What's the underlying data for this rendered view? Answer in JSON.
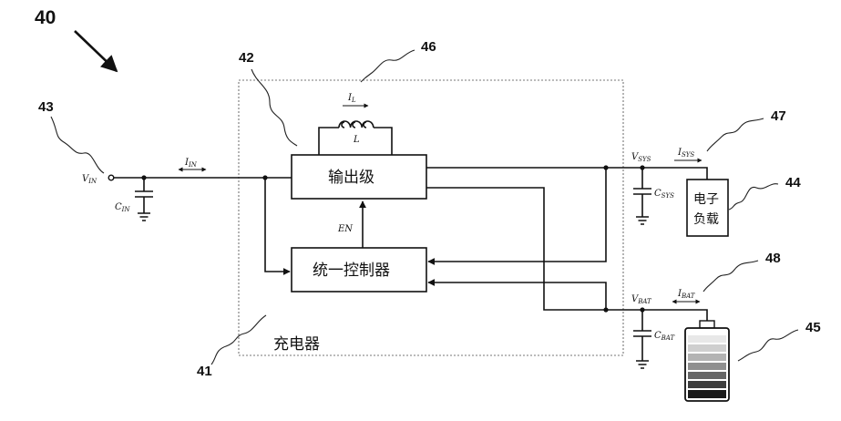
{
  "figure": {
    "number": "40",
    "refs": {
      "r41": "41",
      "r42": "42",
      "r43": "43",
      "r44": "44",
      "r45": "45",
      "r46": "46",
      "r47": "47",
      "r48": "48"
    },
    "charger_label": "充电器",
    "output_stage_label": "输出级",
    "controller_label": "统一控制器",
    "load_label_line1": "电子",
    "load_label_line2": "负载",
    "signals": {
      "vin_main": "V",
      "vin_sub": "IN",
      "iin_main": "I",
      "iin_sub": "IN",
      "cin_main": "C",
      "cin_sub": "IN",
      "il_main": "I",
      "il_sub": "L",
      "l_main": "L",
      "en": "EN",
      "vsys_main": "V",
      "vsys_sub": "SYS",
      "isys_main": "I",
      "isys_sub": "SYS",
      "csys_main": "C",
      "csys_sub": "SYS",
      "vbat_main": "V",
      "vbat_sub": "BAT",
      "ibat_main": "I",
      "ibat_sub": "BAT",
      "cbat_main": "C",
      "cbat_sub": "BAT"
    }
  }
}
